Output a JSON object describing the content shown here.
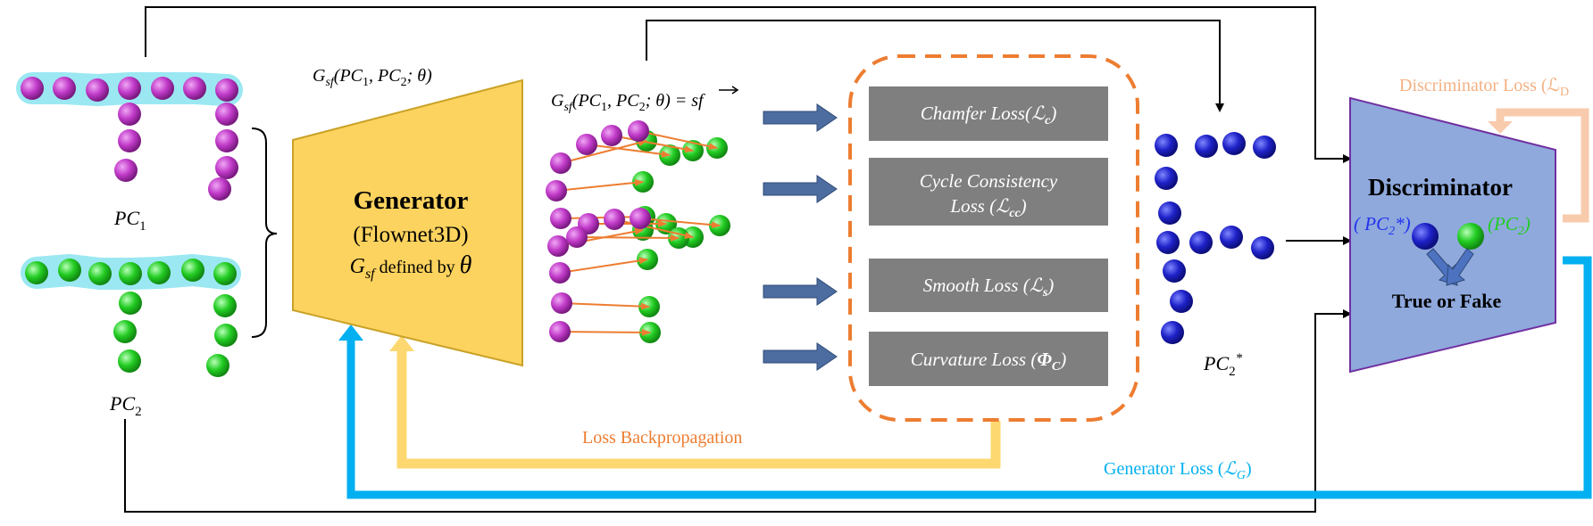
{
  "colors": {
    "magenta": "#c03ac8",
    "green": "#22cc22",
    "cyan_glow": "#9be8f2",
    "blue_points": "#1e22c8",
    "generator_fill": "#fcd35e",
    "discriminator_fill": "#8fa9dd",
    "discriminator_stroke": "#7030a0",
    "loss_box": "#7f7f7f",
    "dash_border": "#ed7d31",
    "backprop_arrow": "#fdd871",
    "generator_loss_arrow": "#00b0f0",
    "discriminator_loss_arrow": "#f8cbad",
    "flow_arrow": "#4d6da0"
  },
  "input": {
    "pc1_label": "PC",
    "pc1_sub": "1",
    "pc2_label": "PC",
    "pc2_sub": "2"
  },
  "generator": {
    "formula_above": "G",
    "formula_above_sub": "sf",
    "formula_above_args": "(PC",
    "formula_above_rest": ", PC",
    "formula_above_end": "; θ)",
    "title": "Generator",
    "subtitle": "(Flownet3D)",
    "defined_g": "G",
    "defined_sub": "sf",
    "defined_text": " defined by ",
    "defined_theta": "θ"
  },
  "flow_formula": {
    "prefix": "G",
    "sub": "sf",
    "args": "(PC",
    "mid": ", PC",
    "end": "; θ) = ",
    "result": "sf"
  },
  "losses": [
    {
      "name": "Chamfer Loss(",
      "symbol": "ℒ",
      "sub": "c",
      "close": ")"
    },
    {
      "name": "Cycle Consistency",
      "line2": "Loss (",
      "symbol": "ℒ",
      "sub": "cc",
      "close": ")"
    },
    {
      "name": "Smooth Loss (",
      "symbol": "ℒ",
      "sub": "s",
      "close": ")"
    },
    {
      "name": "Curvature Loss (",
      "symbol": "Φ",
      "sub": "C",
      "close": ")"
    }
  ],
  "pc2_star": {
    "label": "PC",
    "sub": "2",
    "sup": "*"
  },
  "discriminator": {
    "title": "Discriminator",
    "pred_label_open": "( PC",
    "pred_label_sub": "2",
    "pred_label_close": "*)",
    "real_label_open": "(PC",
    "real_label_sub": "2",
    "real_label_close": ")",
    "verdict": "True or Fake",
    "loss_label": "Discriminator Loss (ℒ",
    "loss_label_sub": "D"
  },
  "backprop_label": "Loss Backpropagation",
  "generator_loss": {
    "label": "Generator Loss (",
    "symbol": "ℒ",
    "sub": "G",
    "close": ")"
  }
}
